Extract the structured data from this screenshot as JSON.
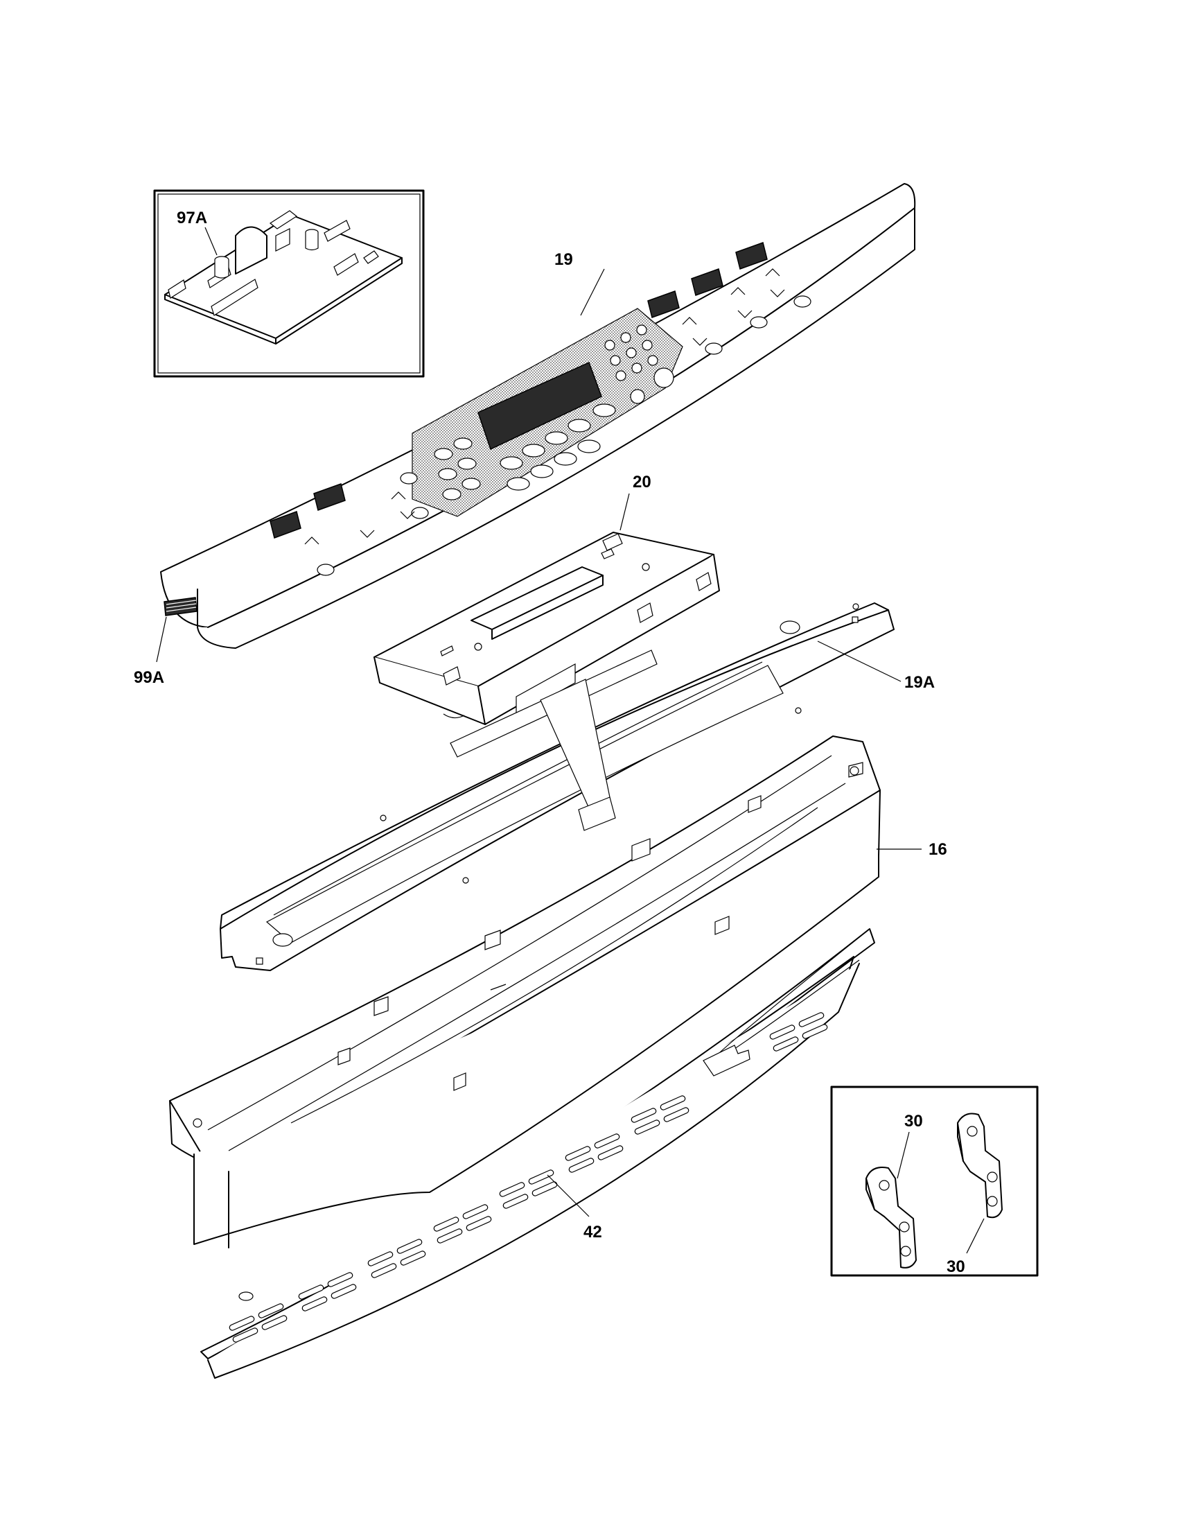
{
  "labels": {
    "control_panel": "19",
    "control_board": "20",
    "panel_bracket": "19A",
    "console_housing": "16",
    "vent_trim": "42",
    "ribbon_cable": "99A",
    "relay_board": "97A",
    "bracket_top": "30",
    "bracket_bottom": "30"
  },
  "colors": {
    "ink": "#000000",
    "paper": "#ffffff",
    "display": "#2a2a2a"
  }
}
